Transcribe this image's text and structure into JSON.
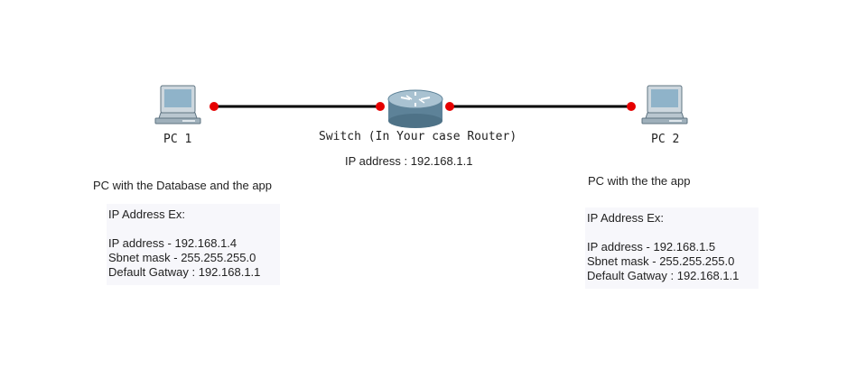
{
  "devices": {
    "pc1": {
      "label": "PC 1",
      "icon": "desktop-pc-icon"
    },
    "pc2": {
      "label": "PC 2",
      "icon": "desktop-pc-icon"
    },
    "switch": {
      "label": "Switch (In Your case Router)",
      "ip": "IP address : 192.168.1.1",
      "icon": "router-icon"
    }
  },
  "left_note": {
    "caption": "PC with the Database and the app",
    "title": "IP Address Ex:",
    "ip": "IP address - 192.168.1.4",
    "mask": "Sbnet mask - 255.255.255.0",
    "gateway": "Default Gatway : 192.168.1.1"
  },
  "right_note": {
    "caption": "PC with the the app",
    "title": "IP Address Ex:",
    "ip": "IP address - 192.168.1.5",
    "mask": "Sbnet mask - 255.255.255.0",
    "gateway": "Default Gatway : 192.168.1.1"
  },
  "colors": {
    "link": "#000000",
    "port": "#e60000",
    "router_body": "#6f93a8",
    "pc_screen": "#8fb3c9"
  }
}
